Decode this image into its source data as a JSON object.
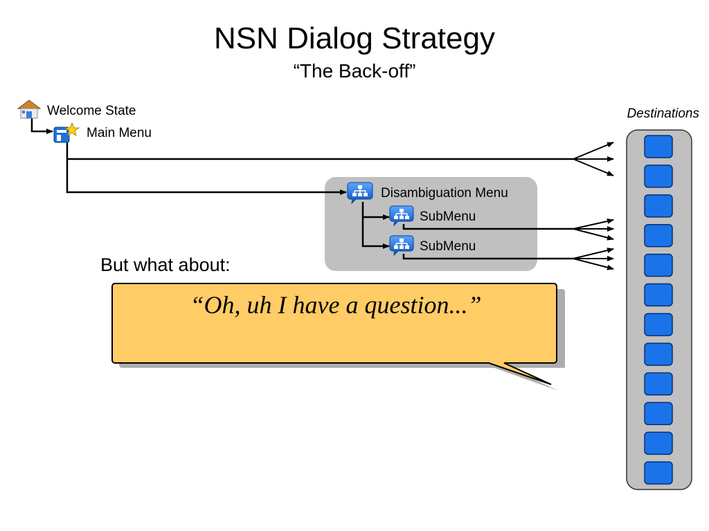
{
  "slide": {
    "title": "NSN Dialog Strategy",
    "subtitle": "“The Back-off”"
  },
  "nodes": {
    "welcome": {
      "label": "Welcome State",
      "icon": "house-icon"
    },
    "main_menu": {
      "label": "Main Menu",
      "icon": "menu-star-icon"
    },
    "disambiguation": {
      "label": "Disambiguation Menu",
      "icon": "network-bubble-icon"
    },
    "submenu_1": {
      "label": "SubMenu",
      "icon": "network-bubble-icon"
    },
    "submenu_2": {
      "label": "SubMenu",
      "icon": "network-bubble-icon"
    }
  },
  "destinations": {
    "label": "Destinations",
    "count": 12,
    "slot_color": "#1a73e8"
  },
  "question": {
    "label": "But what about:",
    "quote": "“Oh, uh I have a question...”",
    "bubble_color": "#ffcc66"
  },
  "colors": {
    "group_bg": "#c0c0c0",
    "panel_bg": "#c0c0c0",
    "line": "#000000"
  }
}
